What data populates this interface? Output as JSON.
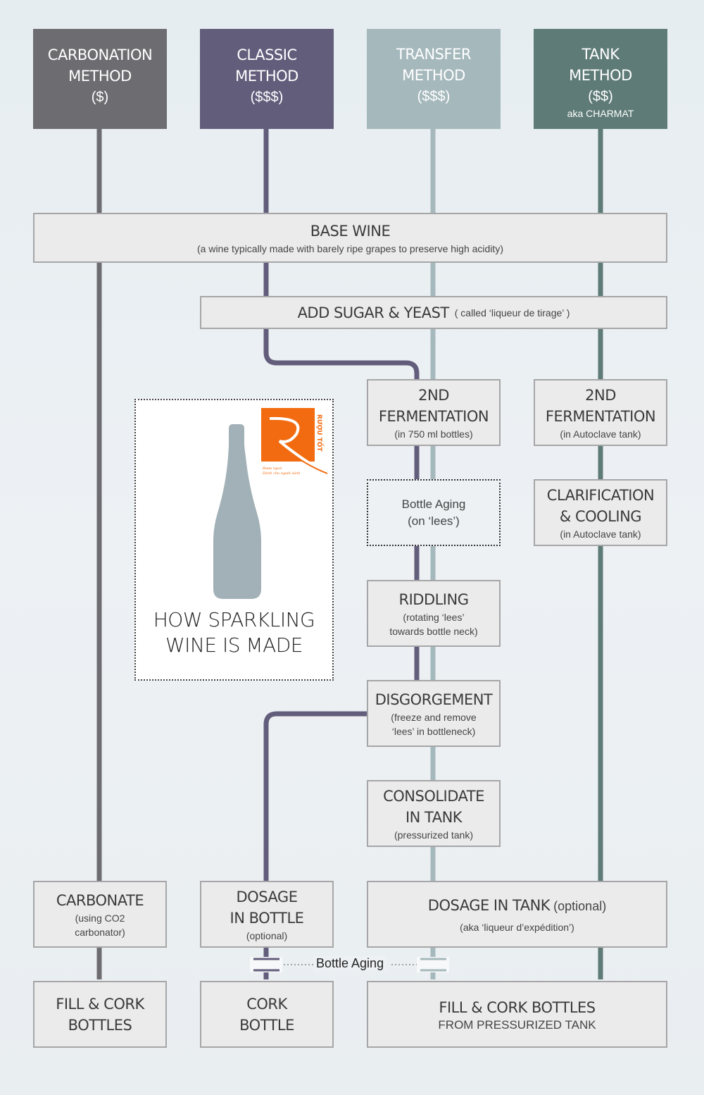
{
  "colors": {
    "carbonation": "#6d6c71",
    "classic": "#635d7c",
    "transfer": "#a5b8bc",
    "tank": "#5e7b77",
    "box_fill": "#ebebeb",
    "logo": "#f26b10"
  },
  "methods": [
    {
      "name1": "CARBONATION",
      "name2": "METHOD",
      "cost": "($)"
    },
    {
      "name1": "CLASSIC",
      "name2": "METHOD",
      "cost": "($$$)"
    },
    {
      "name1": "TRANSFER",
      "name2": "METHOD",
      "cost": "($$$)"
    },
    {
      "name1": "TANK",
      "name2": "METHOD",
      "cost": "($$)",
      "aka": "aka CHARMAT"
    }
  ],
  "base_wine": {
    "title": "BASE WINE",
    "note": "(a wine typically made with barely ripe grapes to preserve high acidity)"
  },
  "sugar": {
    "title": "ADD SUGAR & YEAST",
    "note": "( called  ‘liqueur de tirage’ )"
  },
  "steps": {
    "ferm_bottle": {
      "l1": "2ND",
      "l2": "FERMENTATION",
      "note": "(in 750 ml bottles)"
    },
    "ferm_tank": {
      "l1": "2ND",
      "l2": "FERMENTATION",
      "note": "(in Autoclave tank)"
    },
    "bottle_aging": {
      "l1": "Bottle Aging",
      "l2": "(on ‘lees’)"
    },
    "clarification": {
      "l1": "CLARIFICATION",
      "l2": "& COOLING",
      "note": "(in Autoclave tank)"
    },
    "riddling": {
      "l1": "RIDDLING",
      "n1": "(rotating ‘lees’",
      "n2": "towards bottle neck)"
    },
    "disgorgement": {
      "l1": "DISGORGEMENT",
      "n1": "(freeze and remove",
      "n2": "‘lees’ in bottleneck)"
    },
    "consolidate": {
      "l1": "CONSOLIDATE",
      "l2": "IN TANK",
      "note": "(pressurized tank)"
    },
    "carbonate": {
      "l1": "CARBONATE",
      "n1": "(using CO2",
      "n2": "carbonator)"
    },
    "dosage_bottle": {
      "l1": "DOSAGE",
      "l2": "IN BOTTLE",
      "note": "(optional)"
    },
    "dosage_tank": {
      "l1": "DOSAGE IN TANK",
      "opt": "(optional)",
      "note": "(aka ‘liqueur d’expédition’)"
    },
    "fill_cork": {
      "l1": "FILL & CORK",
      "l2": "BOTTLES"
    },
    "cork_bottle": {
      "l1": "CORK",
      "l2": "BOTTLE"
    },
    "fill_tank": {
      "l1": "FILL & CORK BOTTLES",
      "l2": "FROM PRESSURIZED TANK"
    }
  },
  "bottle_aging_label": "Bottle Aging",
  "poster": {
    "title1": "HOW SPARKLING",
    "title2": "WINE IS MADE",
    "logo": {
      "brand": "RƯỢU TỐT",
      "tagline1": "Rượu ngon",
      "tagline2": "Dành cho người sành"
    }
  }
}
